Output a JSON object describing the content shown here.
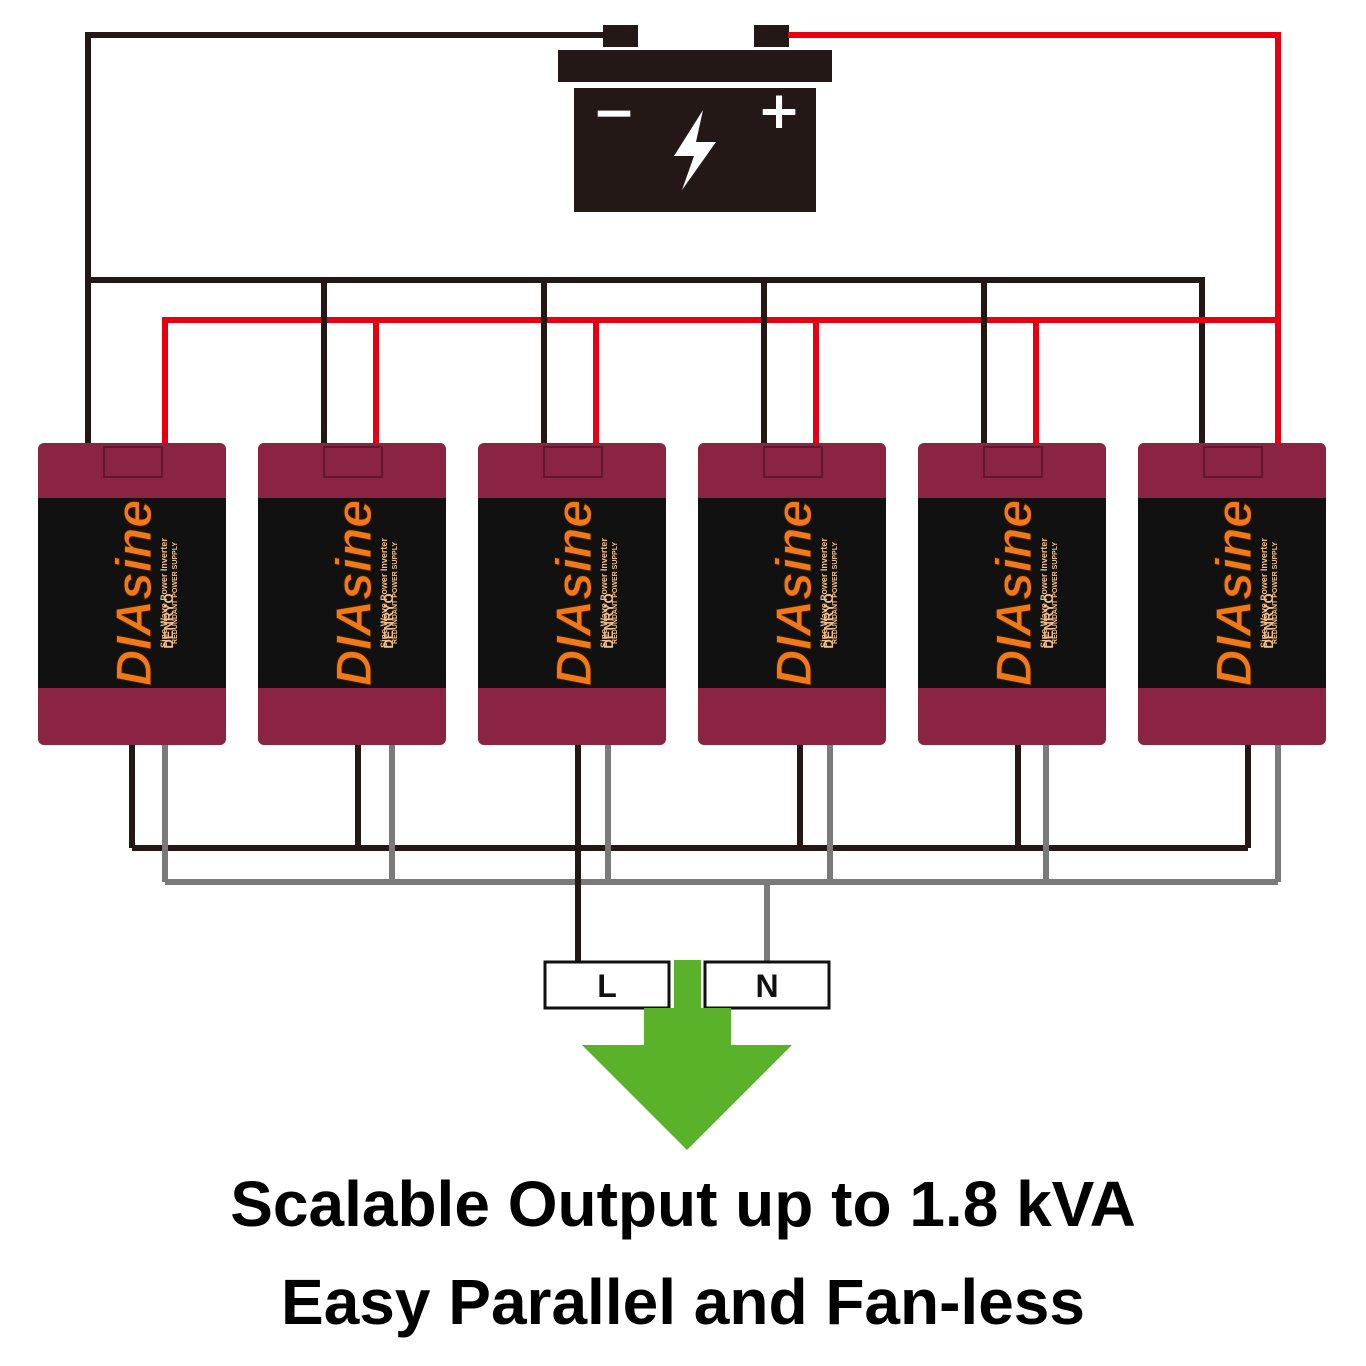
{
  "battery": {
    "negative_symbol": "−",
    "positive_symbol": "+",
    "body_color": "#231815",
    "bolt_color": "#ffffff"
  },
  "wires": {
    "negative_color": "#231815",
    "positive_color": "#e60012",
    "line_output_color": "#231815",
    "neutral_output_color": "#7a7a7a"
  },
  "inverters": {
    "count": 6,
    "brand": "DIAsine",
    "subtitle_line1": "Sine Wave Power Inverter",
    "subtitle_line2": "REDUNDANT POWER SUPPLY",
    "maker": "DENRYO",
    "body_color": "#8b2342",
    "label_color": "#111111"
  },
  "terminals": {
    "line": "L",
    "neutral": "N"
  },
  "arrow": {
    "color": "#5ab22a",
    "direction": "down"
  },
  "caption": {
    "line1": "Scalable Output up to 1.8 kVA",
    "line2": "Easy Parallel and Fan-less"
  }
}
